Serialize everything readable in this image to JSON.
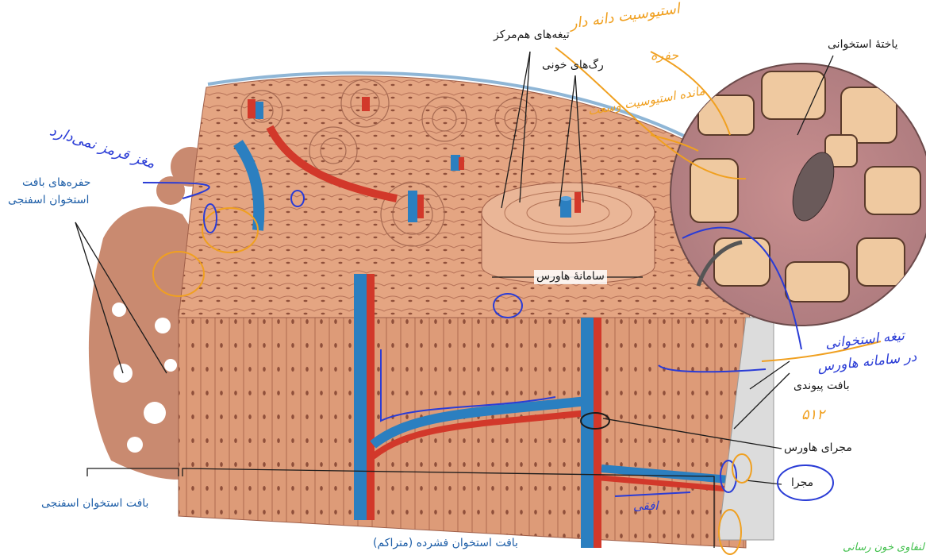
{
  "labels": {
    "concentric_lamellae": "تیغه‌های هم‌مرکز",
    "blood_vessels": "رگ‌های خونی",
    "bone_cell": "یاختهٔ استخوانی",
    "spongy_cavities_line1": "حفره‌های بافت",
    "spongy_cavities_line2": "استخوان اسفنجی",
    "haversian_system": "سامانهٔ هاورس",
    "connective_tissue": "بافت پیوندی",
    "haversian_canal": "مجرای هاورس",
    "canal": "مجرا",
    "spongy_bone_tissue": "بافت استخوان اسفنجی",
    "compact_bone_tissue": "بافت استخوان فشرده (متراکم)"
  },
  "handwriting": {
    "orange_top": "استیوسیت دانه دار",
    "orange_middle": "حفره",
    "orange_lower": "مانده استیوسیت وسعت",
    "orange_number": "۵۱۲",
    "blue_marrow": "مغز قرمز نمی‌دارد",
    "blue_bone_tissue_line1": "تیغه استخوانی",
    "blue_bone_tissue_line2": "در سامانه هاورس",
    "blue_horizontal": "افقی",
    "green_corner": "لنفاوی خون رسانی"
  },
  "colors": {
    "bone": "#e2a27f",
    "bone_dark": "#b8745a",
    "artery": "#d2382a",
    "vein": "#2b7fc0",
    "annotation_orange": "#f0a020",
    "annotation_blue": "#2a3cd6",
    "annotation_green": "#3fbf4a"
  }
}
